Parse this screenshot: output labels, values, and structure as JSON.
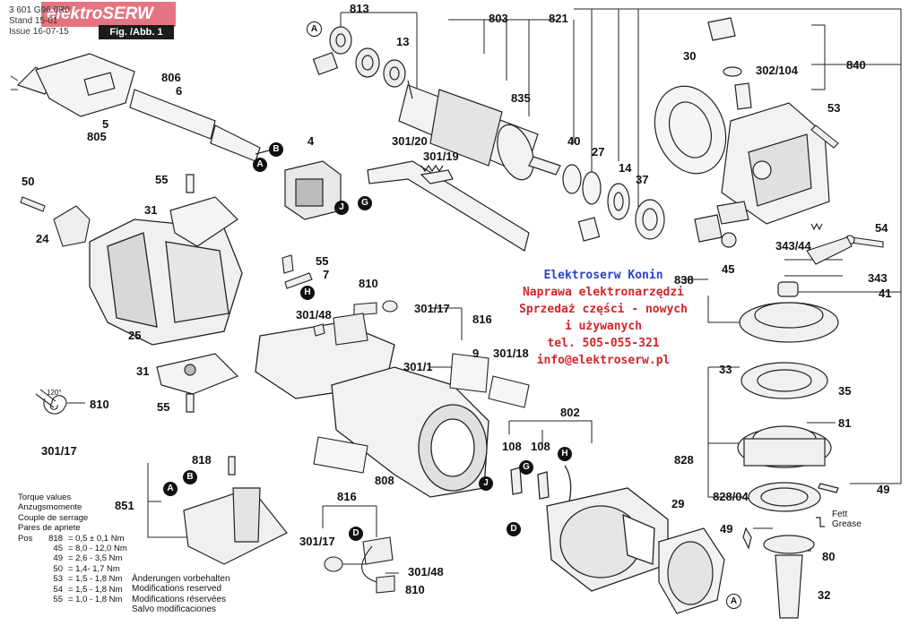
{
  "header": {
    "part_number": "3 601 G96 0R0",
    "stand_label": "Stand",
    "stand_value": "15-01",
    "issue_label": "Issue",
    "issue_value": "16-07-15",
    "figure_label": "Fig. /Abb. 1"
  },
  "watermark": {
    "brand": "elektroSERW",
    "brand_color": "#dc465a"
  },
  "promo": {
    "title": "Elektroserw Konin",
    "line1": "Naprawa elektronarzędzi",
    "line2": "Sprzedaż części - nowych",
    "line3": "i używanych",
    "phone": "tel. 505-055-321",
    "email": "info@elektroserw.pl",
    "title_color": "#2a44c8",
    "text_color": "#d4242a"
  },
  "labels": [
    {
      "id": "813",
      "text": "813"
    },
    {
      "id": "803",
      "text": "803"
    },
    {
      "id": "821",
      "text": "821"
    },
    {
      "id": "13",
      "text": "13"
    },
    {
      "id": "835",
      "text": "835"
    },
    {
      "id": "806",
      "text": "806"
    },
    {
      "id": "6",
      "text": "6"
    },
    {
      "id": "5",
      "text": "5"
    },
    {
      "id": "805",
      "text": "805"
    },
    {
      "id": "4",
      "text": "4"
    },
    {
      "id": "301-20",
      "text": "301/20"
    },
    {
      "id": "301-19",
      "text": "301/19"
    },
    {
      "id": "40",
      "text": "40"
    },
    {
      "id": "27",
      "text": "27"
    },
    {
      "id": "14",
      "text": "14"
    },
    {
      "id": "37",
      "text": "37"
    },
    {
      "id": "30",
      "text": "30"
    },
    {
      "id": "302-104",
      "text": "302/104"
    },
    {
      "id": "840",
      "text": "840"
    },
    {
      "id": "53",
      "text": "53"
    },
    {
      "id": "50",
      "text": "50"
    },
    {
      "id": "55a",
      "text": "55"
    },
    {
      "id": "31a",
      "text": "31"
    },
    {
      "id": "24",
      "text": "24"
    },
    {
      "id": "25",
      "text": "25"
    },
    {
      "id": "55b",
      "text": "55"
    },
    {
      "id": "7",
      "text": "7"
    },
    {
      "id": "810a",
      "text": "810"
    },
    {
      "id": "301-17a",
      "text": "301/17"
    },
    {
      "id": "816a",
      "text": "816"
    },
    {
      "id": "301-48a",
      "text": "301/48"
    },
    {
      "id": "54",
      "text": "54"
    },
    {
      "id": "343-44",
      "text": "343/44"
    },
    {
      "id": "838",
      "text": "838"
    },
    {
      "id": "45",
      "text": "45"
    },
    {
      "id": "343",
      "text": "343"
    },
    {
      "id": "41",
      "text": "41"
    },
    {
      "id": "9",
      "text": "9"
    },
    {
      "id": "301-18",
      "text": "301/18"
    },
    {
      "id": "301-1",
      "text": "301/1"
    },
    {
      "id": "31b",
      "text": "31"
    },
    {
      "id": "55c",
      "text": "55"
    },
    {
      "id": "810b",
      "text": "810"
    },
    {
      "id": "301-17b",
      "text": "301/17"
    },
    {
      "id": "33",
      "text": "33"
    },
    {
      "id": "35",
      "text": "35"
    },
    {
      "id": "81",
      "text": "81"
    },
    {
      "id": "802",
      "text": "802"
    },
    {
      "id": "108a",
      "text": "108"
    },
    {
      "id": "108b",
      "text": "108"
    },
    {
      "id": "828",
      "text": "828"
    },
    {
      "id": "818",
      "text": "818"
    },
    {
      "id": "851",
      "text": "851"
    },
    {
      "id": "808",
      "text": "808"
    },
    {
      "id": "828-04",
      "text": "828/04"
    },
    {
      "id": "49a",
      "text": "49"
    },
    {
      "id": "49b",
      "text": "49"
    },
    {
      "id": "29",
      "text": "29"
    },
    {
      "id": "816b",
      "text": "816"
    },
    {
      "id": "301-17c",
      "text": "301/17"
    },
    {
      "id": "301-48b",
      "text": "301/48"
    },
    {
      "id": "810c",
      "text": "810"
    },
    {
      "id": "80",
      "text": "80"
    },
    {
      "id": "32",
      "text": "32"
    }
  ],
  "connectors": [
    {
      "id": "A1",
      "letter": "A",
      "style": "light"
    },
    {
      "id": "B1",
      "letter": "B",
      "style": "dark"
    },
    {
      "id": "A2",
      "letter": "A",
      "style": "dark"
    },
    {
      "id": "G1",
      "letter": "G",
      "style": "dark"
    },
    {
      "id": "J1",
      "letter": "J",
      "style": "dark"
    },
    {
      "id": "H1",
      "letter": "H",
      "style": "dark"
    },
    {
      "id": "B2",
      "letter": "B",
      "style": "dark"
    },
    {
      "id": "A3",
      "letter": "A",
      "style": "dark"
    },
    {
      "id": "J2",
      "letter": "J",
      "style": "dark"
    },
    {
      "id": "G2",
      "letter": "G",
      "style": "dark"
    },
    {
      "id": "H2",
      "letter": "H",
      "style": "dark"
    },
    {
      "id": "D1",
      "letter": "D",
      "style": "dark"
    },
    {
      "id": "D2",
      "letter": "D",
      "style": "dark"
    },
    {
      "id": "A4",
      "letter": "A",
      "style": "light"
    }
  ],
  "grease": {
    "line1": "Fett",
    "line2": "Grease"
  },
  "angle_label": "120°",
  "torque": {
    "heading": [
      "Torque values",
      "Anzugsmomente",
      "Couple de serrage",
      "Pares de apriete"
    ],
    "rows": [
      {
        "pos": "Pos",
        "num": "818",
        "value": "= 0,5 ± 0,1 Nm"
      },
      {
        "pos": "",
        "num": "45",
        "value": "= 8,0 - 12,0 Nm"
      },
      {
        "pos": "",
        "num": "49",
        "value": "= 2,6 - 3,5 Nm"
      },
      {
        "pos": "",
        "num": "50",
        "value": "= 1,4- 1,7 Nm"
      },
      {
        "pos": "",
        "num": "53",
        "value": "= 1,5 - 1,8 Nm"
      },
      {
        "pos": "",
        "num": "54",
        "value": "= 1,5 - 1,8 Nm"
      },
      {
        "pos": "",
        "num": "55",
        "value": "= 1,0 - 1,8 Nm"
      }
    ]
  },
  "modifications": [
    "Änderungen vorbehalten",
    "Modifications reserved",
    "Modifications réservées",
    "Salvo modificaciones"
  ]
}
